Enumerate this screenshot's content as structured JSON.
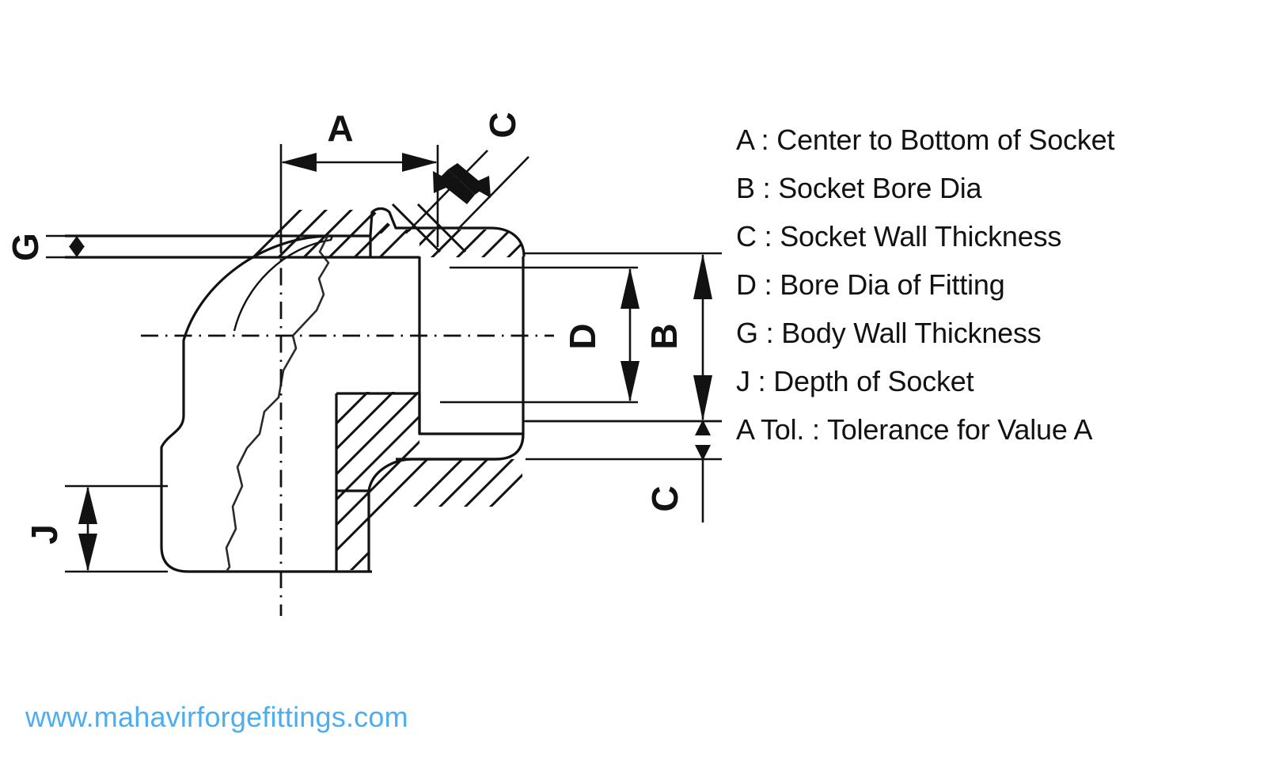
{
  "title": "Socket Weld Elbow Dimension Diagram",
  "colors": {
    "line": "#121212",
    "background": "#ffffff",
    "url_blue": "#4BAEF0",
    "legend_text": "#121212"
  },
  "legend": {
    "separator": ":",
    "items": [
      {
        "key": "A",
        "desc": "Center to Bottom of Socket"
      },
      {
        "key": "B",
        "desc": "Socket Bore Dia"
      },
      {
        "key": "C",
        "desc": "Socket Wall Thickness"
      },
      {
        "key": "D",
        "desc": "Bore Dia of Fitting"
      },
      {
        "key": "G",
        "desc": "Body Wall Thickness"
      },
      {
        "key": "J",
        "desc": "Depth of Socket"
      },
      {
        "key": "A Tol.",
        "desc": "Tolerance for Value A"
      }
    ]
  },
  "drawing": {
    "dimension_labels": {
      "A": "A",
      "B": "B",
      "C": "C",
      "D": "D",
      "G": "G",
      "J": "J"
    },
    "notes": {
      "view": "Half-section cross-section of a 90 degree socket weld elbow fitting",
      "A_orientation": "horizontal dimension, top",
      "B_orientation": "vertical dimension, right",
      "C_orientation": "diagonal leader, top right and vertical small, right",
      "D_orientation": "vertical dimension, inside right",
      "G_orientation": "vertical small dimension, left",
      "J_orientation": "vertical dimension, bottom left"
    }
  },
  "footer": {
    "site_url": "www.mahavirforgefittings.com"
  }
}
